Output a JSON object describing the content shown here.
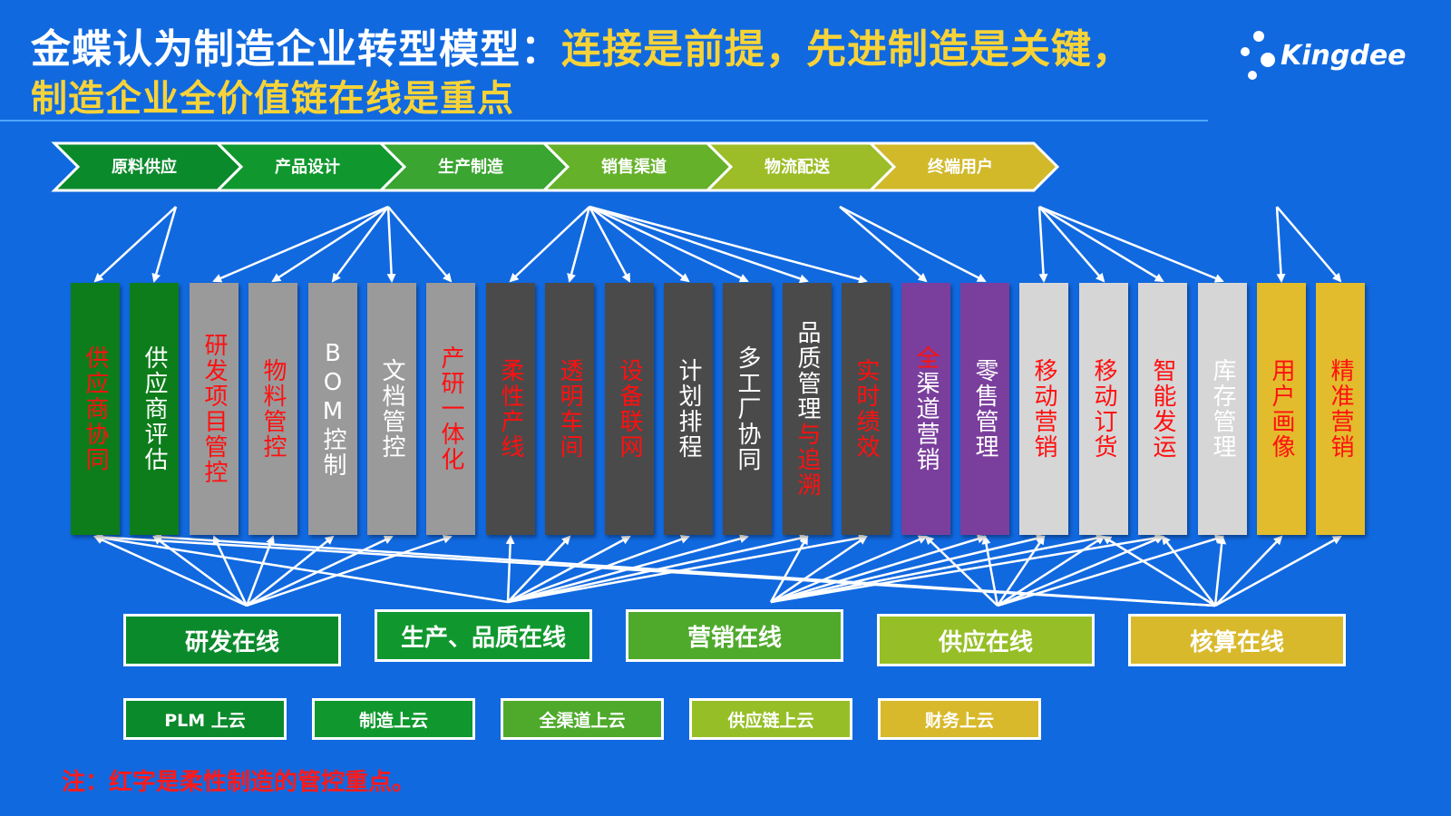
{
  "title": {
    "line1_main": "金蝶认为制造企业转型模型：",
    "line1_highlight": "连接是前提，先进制造是关键，",
    "line2": "制造企业全价值链在线是重点"
  },
  "logo": {
    "text": "Kingdee"
  },
  "value_chain": {
    "stages": [
      {
        "label": "原料供应",
        "color": "#0b8a2c"
      },
      {
        "label": "产品设计",
        "color": "#10982e"
      },
      {
        "label": "生产制造",
        "color": "#3aa530"
      },
      {
        "label": "销售渠道",
        "color": "#66b12a"
      },
      {
        "label": "物流配送",
        "color": "#9cbd27"
      },
      {
        "label": "终端用户",
        "color": "#d1b92a"
      }
    ]
  },
  "modules": [
    {
      "label": "供应商协同",
      "fill": "green",
      "text": "red"
    },
    {
      "label": "供应商评估",
      "fill": "green",
      "text": "white"
    },
    {
      "label": "研发项目管控",
      "fill": "gray",
      "text": "red"
    },
    {
      "label": "物料管控",
      "fill": "gray",
      "text": "red"
    },
    {
      "label": "BOM控制",
      "fill": "gray",
      "text": "white"
    },
    {
      "label": "文档管控",
      "fill": "gray",
      "text": "white"
    },
    {
      "label": "产研一体化",
      "fill": "gray",
      "text": "red"
    },
    {
      "label": "柔性产线",
      "fill": "dark",
      "text": "red"
    },
    {
      "label": "透明车间",
      "fill": "dark",
      "text": "red"
    },
    {
      "label": "设备联网",
      "fill": "dark",
      "text": "red"
    },
    {
      "label": "计划排程",
      "fill": "dark",
      "text": "white"
    },
    {
      "label": "多工厂协同",
      "fill": "dark",
      "text": "white"
    },
    {
      "label": "品质管理与追溯",
      "fill": "dark",
      "text": "mixed"
    },
    {
      "label": "实时绩效",
      "fill": "dark",
      "text": "red"
    },
    {
      "label": "全渠道营销",
      "fill": "purple",
      "text": "red-first"
    },
    {
      "label": "零售管理",
      "fill": "purple",
      "text": "white"
    },
    {
      "label": "移动营销",
      "fill": "light",
      "text": "red"
    },
    {
      "label": "移动订货",
      "fill": "light",
      "text": "red"
    },
    {
      "label": "智能发运",
      "fill": "light",
      "text": "red"
    },
    {
      "label": "库存管理",
      "fill": "light",
      "text": "white"
    },
    {
      "label": "用户画像",
      "fill": "gold",
      "text": "red"
    },
    {
      "label": "精准营销",
      "fill": "gold",
      "text": "red"
    }
  ],
  "online": [
    {
      "label": "研发在线",
      "color": "#0b8a2c"
    },
    {
      "label": "生产、品质在线",
      "color": "#10982e"
    },
    {
      "label": "营销在线",
      "color": "#4faa2c"
    },
    {
      "label": "供应在线",
      "color": "#96bf27"
    },
    {
      "label": "核算在线",
      "color": "#d9b92c"
    }
  ],
  "cloud": [
    {
      "label": "PLM 上云",
      "color": "#0b8a2c"
    },
    {
      "label": "制造上云",
      "color": "#10982e"
    },
    {
      "label": "全渠道上云",
      "color": "#4faa2c"
    },
    {
      "label": "供应链上云",
      "color": "#96bf27"
    },
    {
      "label": "财务上云",
      "color": "#d9b92c"
    }
  ],
  "note": "注：红字是柔性制造的管控重点。"
}
